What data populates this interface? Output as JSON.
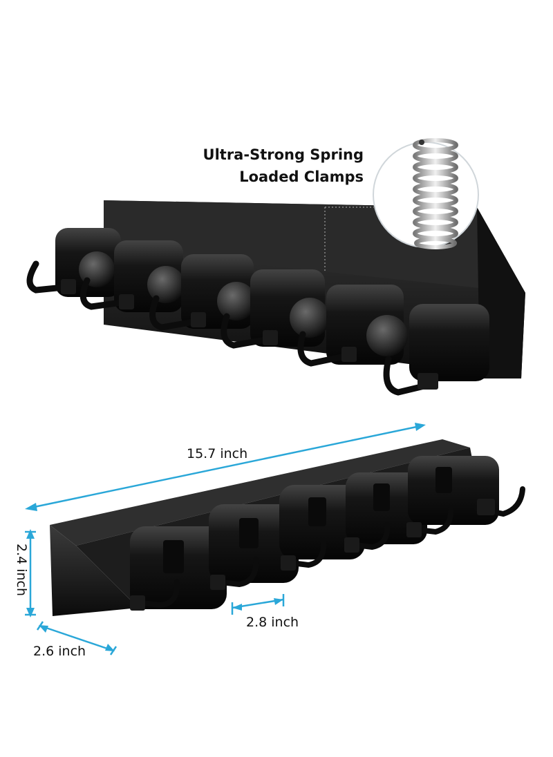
{
  "callout": {
    "line1": "Ultra-Strong Spring",
    "line2": "Loaded Clamps"
  },
  "dimensions": {
    "length": "15.7 inch",
    "height": "2.4 inch",
    "spacing": "2.8 inch",
    "depth": "2.6 inch"
  },
  "colors": {
    "product": "#0f0f0f",
    "product_highlight": "#3a3a3a",
    "dimension_line": "#2aa7d8",
    "spring": "#c9c9c9",
    "callout_ring": "#d0d6da"
  },
  "product": {
    "holders_per_rack": 5,
    "hooks_per_rack": 6
  }
}
